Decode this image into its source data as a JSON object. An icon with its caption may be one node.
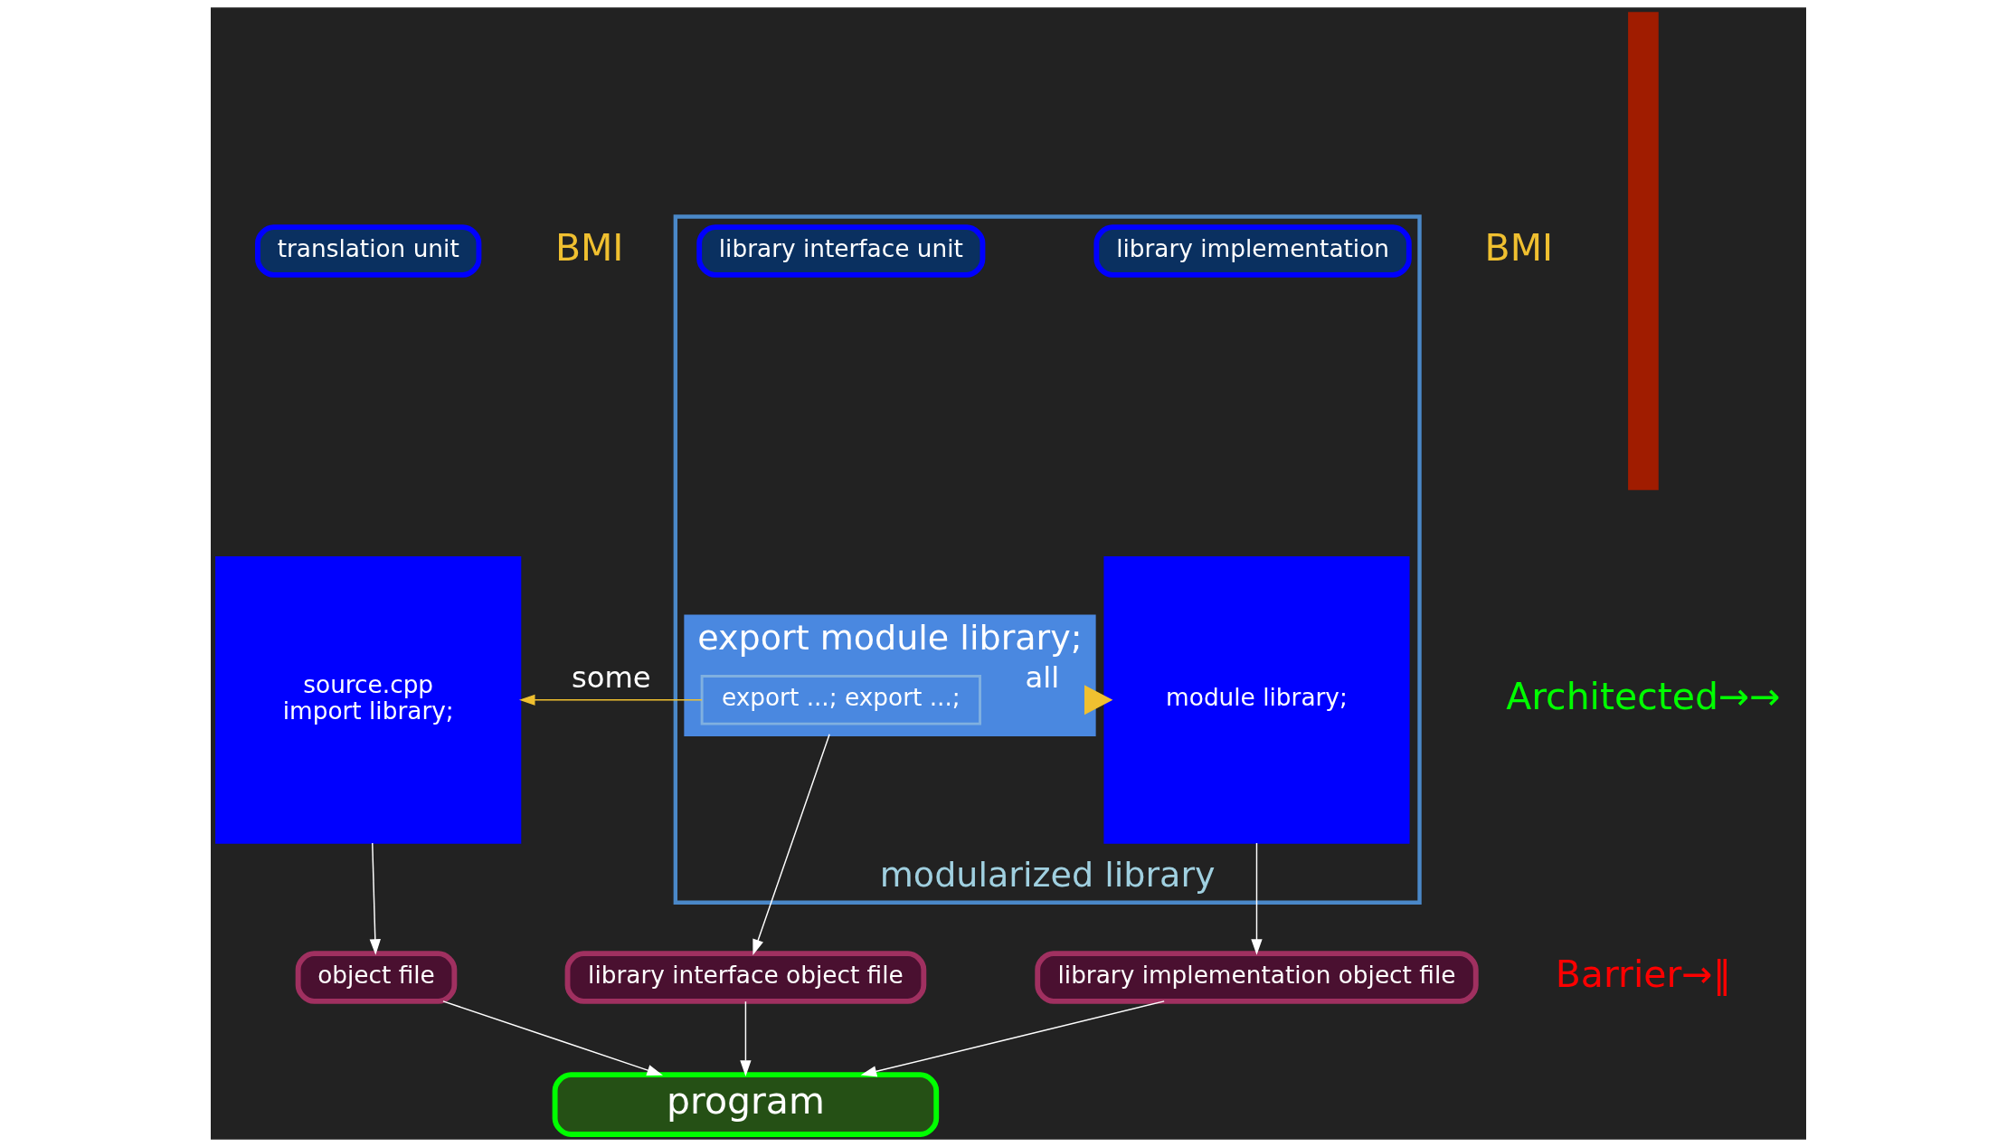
{
  "diagram": {
    "nodes": [
      {
        "text": [
          "translation unit"
        ]
      },
      {
        "text": [
          "source.cpp",
          "import library;"
        ]
      },
      {
        "text": [
          "object file"
        ]
      },
      {
        "text": [
          "modularized library"
        ]
      },
      {
        "text": [
          "library interface unit"
        ],
        "in": 3
      },
      {
        "text": [
          "export module library;"
        ],
        "in": 3
      },
      {
        "text": [
          "export ...; export ...;"
        ],
        "in": 5
      },
      {
        "text": [
          "library implementation"
        ],
        "in": 3
      },
      {
        "text": [
          "module library;"
        ],
        "in": 3
      },
      {
        "text": [
          "library interface object file"
        ]
      },
      {
        "text": [
          "library implementation object file"
        ]
      },
      {
        "text": [
          "program"
        ]
      },
      {
        "text": [],
        "shape": "bar"
      }
    ],
    "edges": [
      {
        "from": 6,
        "to": 1,
        "arrow": "to",
        "label": "some",
        "color": "#f0c030"
      },
      {
        "from": 5,
        "to": 8,
        "arrow": "to",
        "label": "all",
        "style": "thick",
        "color": "#f0c030"
      },
      {
        "from": 1,
        "to": 2,
        "arrow": "to"
      },
      {
        "from": 5,
        "to": 9,
        "arrow": "to"
      },
      {
        "from": 8,
        "to": 10,
        "arrow": "to"
      },
      {
        "from": 2,
        "to": 11,
        "arrow": "to"
      },
      {
        "from": 9,
        "to": 11,
        "arrow": "to"
      },
      {
        "from": 10,
        "to": 11,
        "arrow": "to"
      }
    ],
    "labels": [
      "BMI",
      "BMI",
      "Architected→→",
      "Barrier→‖"
    ]
  }
}
